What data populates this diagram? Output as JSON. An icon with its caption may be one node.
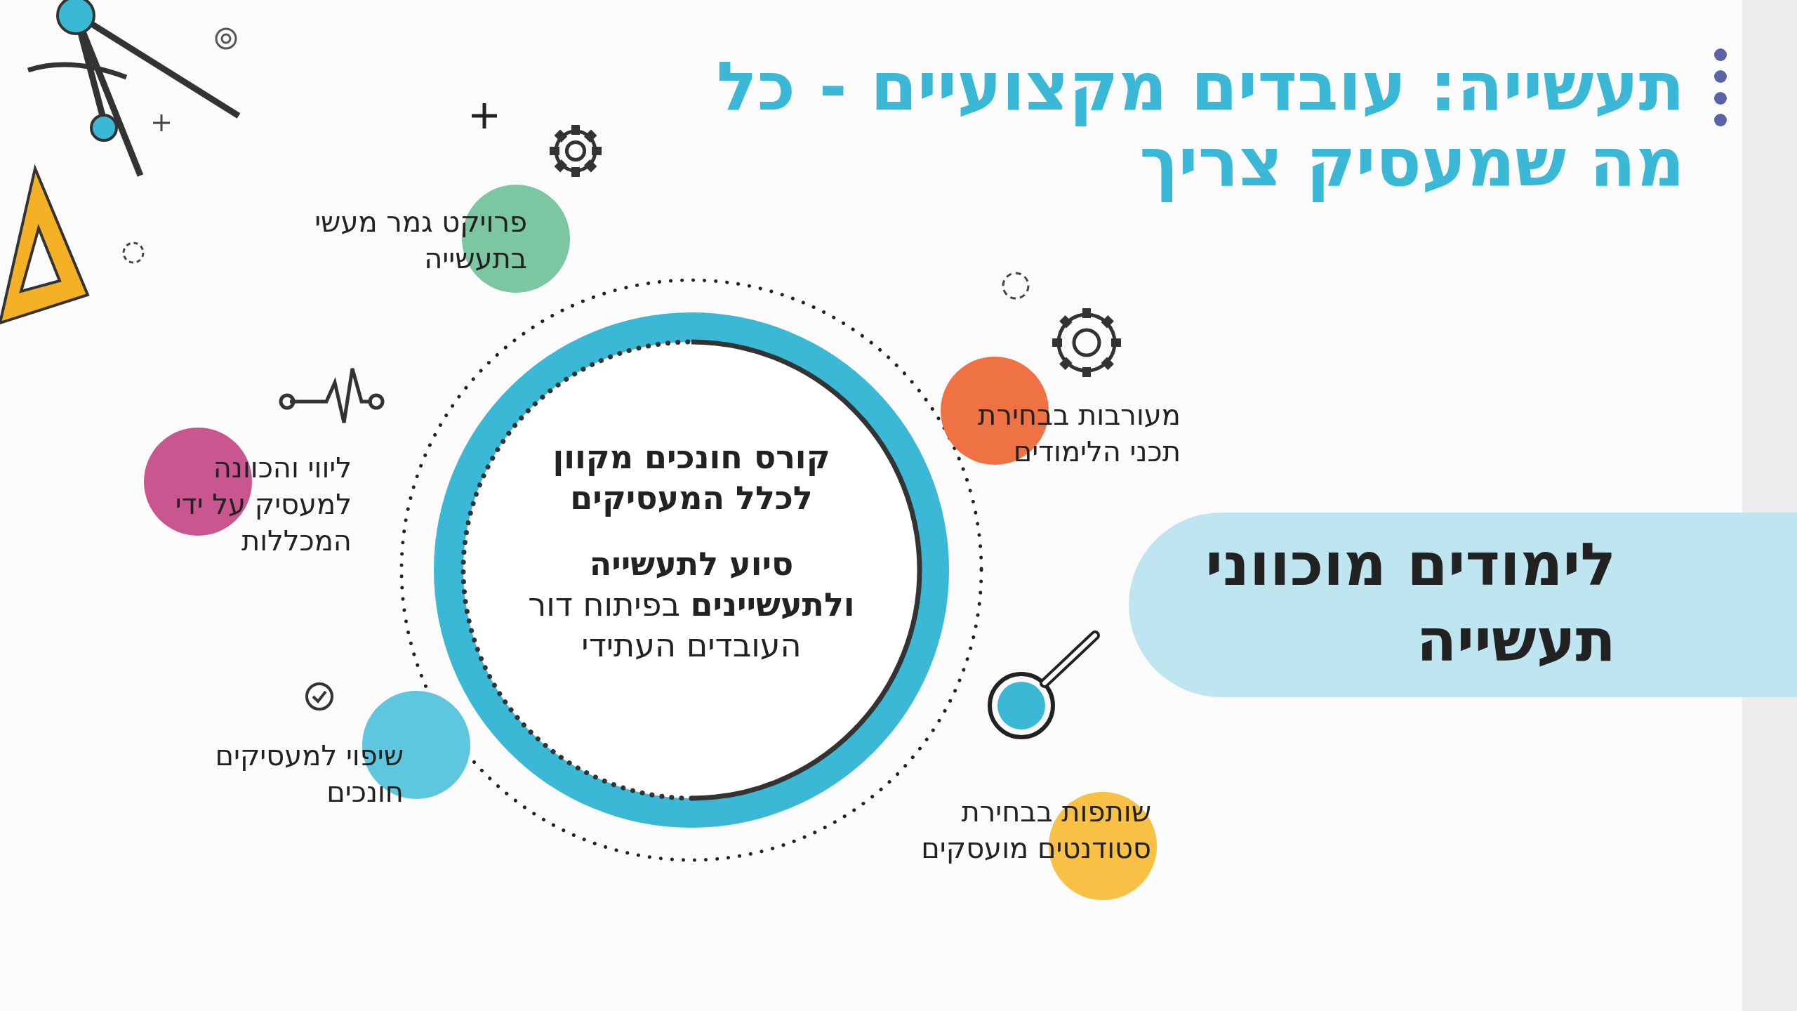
{
  "diagram": {
    "title": "תעשייה: עובדים מקצועיים - כל מה שמעסיק צריך",
    "nodes": [
      {
        "text": [
          "קורס חונכים מקוון לכלל המעסיקים",
          "**סיוע לתעשייה ולתעשיינים** בפיתוח דור העובדים העתידי"
        ]
      },
      {
        "text": [
          "פרויקט גמר מעשי בתעשייה"
        ]
      },
      {
        "text": [
          "מעורבות בבחירת תכני הלימודים"
        ]
      },
      {
        "text": [
          "ליווי והכוונה למעסיק על ידי המכללות"
        ]
      },
      {
        "text": [
          "שיפוי למעסיקים חונכים"
        ]
      },
      {
        "text": [
          "שותפות בבחירת סטודנטים מועסקים"
        ]
      },
      {
        "text": [
          "לימודים מוכווני תעשייה"
        ]
      }
    ]
  }
}
